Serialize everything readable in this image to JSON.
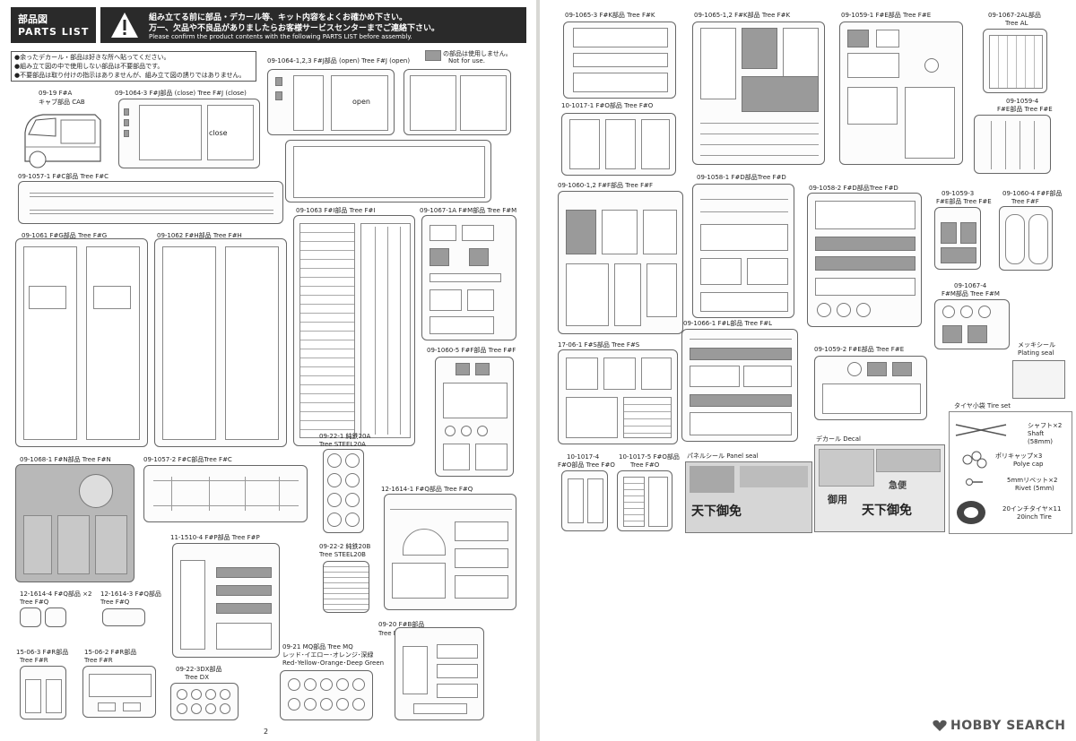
{
  "header": {
    "title_jp": "部品図",
    "title_en": "PARTS LIST",
    "warning_jp_1": "組み立てる前に部品・デカール等、キット内容をよくお確かめ下さい。",
    "warning_jp_2": "万一、欠品や不良品がありましたらお客様サービスセンターまでご連絡下さい。",
    "warning_en": "Please confirm the product contents with the following PARTS LIST before assembly."
  },
  "notes": [
    "●余ったデカール・部品は好きな所へ貼ってください。",
    "●組み立て図の中で使用しない部品は不要部品です。",
    "●不要部品は取り付けの指示はありませんが、組み立て図の誘りではありません。"
  ],
  "legend": {
    "jp": "の部品は使用しません。",
    "en": "Not for use."
  },
  "left_trees": {
    "cab": {
      "code": "09-19 F#A",
      "name": "キャブ部品 CAB"
    },
    "j_close": {
      "code": "09-1064-3 F#J部品 (close)  Tree F#J (close)",
      "part_text": "close"
    },
    "j_open": {
      "code": "09-1064-1,2,3 F#J部品 (open)  Tree F#J (open)",
      "part_text": "open"
    },
    "c1": {
      "code": "09-1057-1 F#C部品 Tree F#C"
    },
    "g": {
      "code": "09-1061 F#G部品 Tree F#G"
    },
    "h": {
      "code": "09-1062 F#H部品 Tree F#H"
    },
    "i": {
      "code": "09-1063 F#I部品 Tree F#I"
    },
    "m": {
      "code": "09-1067-1A F#M部品 Tree F#M"
    },
    "f5": {
      "code": "09-1060-5 F#F部品 Tree F#F"
    },
    "n": {
      "code": "09-1068-1 F#N部品 Tree F#N"
    },
    "c2": {
      "code": "09-1057-2 F#C部品Tree F#C"
    },
    "steel20a": {
      "code": "09-22-1 純鉄20A",
      "name": "Tree STEEL20A"
    },
    "q1": {
      "code": "12-1614-1 F#Q部品 Tree F#Q"
    },
    "p": {
      "code": "11-1510-4 F#P部品 Tree F#P"
    },
    "steel20b": {
      "code": "09-22-2 純鉄20B",
      "name": "Tree STEEL20B"
    },
    "q4": {
      "code": "12-1614-4 F#Q部品 ×2",
      "name": "Tree F#Q"
    },
    "q3": {
      "code": "12-1614-3 F#Q部品",
      "name": "Tree F#Q"
    },
    "r3": {
      "code": "15-06-3 F#R部品",
      "name": "Tree F#R"
    },
    "r2": {
      "code": "15-06-2 F#R部品",
      "name": "Tree F#R"
    },
    "dx": {
      "code": "09-22-3DX部品",
      "name": "Tree DX"
    },
    "mq": {
      "code": "09-21 MQ部品 Tree MQ",
      "name_jp": "レッド･イエロー･オレンジ･深緑",
      "name_en": "Red･Yellow･Orange･Deep Green"
    },
    "b": {
      "code": "09-20 F#B部品",
      "name": "Tree F#B"
    }
  },
  "left_page_number": "2",
  "right_trees": {
    "k3": {
      "code": "09-1065-3 F#K部品 Tree F#K"
    },
    "k12": {
      "code": "09-1065-1,2 F#K部品 Tree F#K"
    },
    "e1": {
      "code": "09-1059-1 F#E部品 Tree F#E"
    },
    "al": {
      "code": "09-1067-2AL部品",
      "name": "Tree AL"
    },
    "o1": {
      "code": "10-1017-1 F#O部品 Tree F#O"
    },
    "e4": {
      "code": "09-1059-4",
      "name": "F#E部品 Tree F#E"
    },
    "f12": {
      "code": "09-1060-1,2 F#F部品 Tree F#F"
    },
    "d1": {
      "code": "09-1058-1 F#D部品Tree F#D"
    },
    "d2": {
      "code": "09-1058-2 F#D部品Tree F#D"
    },
    "e3": {
      "code": "09-1059-3",
      "name": "F#E部品 Tree F#E"
    },
    "f4": {
      "code": "09-1060-4 F#F部品",
      "name": "Tree F#F"
    },
    "m4": {
      "code": "09-1067-4",
      "name": "F#M部品 Tree F#M"
    },
    "l": {
      "code": "09-1066-1 F#L部品 Tree F#L"
    },
    "s": {
      "code": "17-06-1 F#S部品 Tree F#S"
    },
    "e2": {
      "code": "09-1059-2 F#E部品 Tree F#E"
    },
    "plating": {
      "jp": "メッキシール",
      "en": "Plating seal"
    },
    "tire_set": {
      "title": "タイヤ小袋 Tire set",
      "items": [
        {
          "jp": "シャフト×2",
          "en": "Shaft",
          "sub": "(58mm)"
        },
        {
          "jp": "ポリキャップ×3",
          "en": "Polye cap"
        },
        {
          "jp": "5mmリベット×2",
          "en": "Rivet (5mm)"
        },
        {
          "jp": "20インチタイヤ×11",
          "en": "20inch Tire"
        }
      ]
    },
    "decal": {
      "title": "デカール Decal"
    },
    "o4": {
      "code": "10-1017-4",
      "name": "F#O部品 Tree F#O"
    },
    "o5": {
      "code": "10-1017-5 F#O部品",
      "name": "Tree F#O"
    },
    "panel": {
      "title": "パネルシール Panel seal"
    }
  },
  "decal_text": {
    "big1": "天下御免",
    "small1": "御用",
    "small2": "急便"
  },
  "watermark": {
    "brand": "HOBBY SEARCH"
  },
  "colors": {
    "gray_part": "#9a9a9a",
    "line": "#666666",
    "paper": "#ffffff"
  }
}
